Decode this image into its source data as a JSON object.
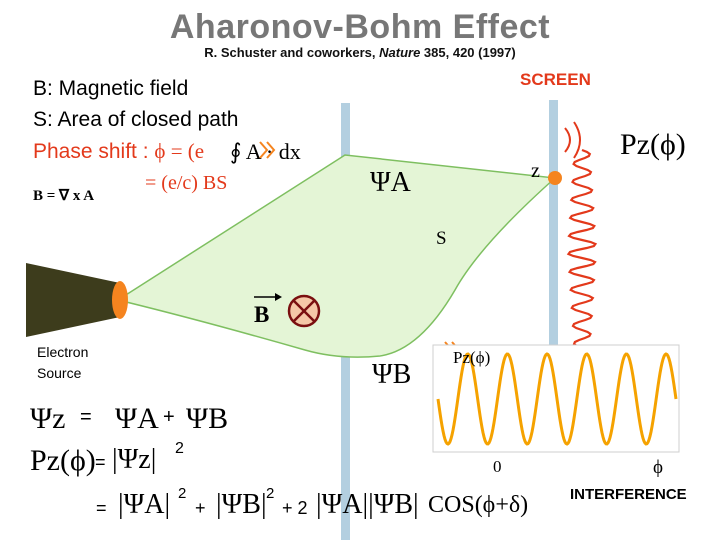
{
  "title": "Aharonov-Bohm Effect",
  "citation": {
    "authors": "R. Schuster and coworkers,",
    "journal": "Nature",
    "details": " 385,  420 (1997)"
  },
  "screen_label": "SCREEN",
  "definitions": {
    "b_label": "B: Magnetic field",
    "s_label": "S: Area of closed path",
    "phase_prefix": "Phase shift : ",
    "phase_formula": "ϕ = (e",
    "integral_formula": "∮ A · dx",
    "phase_result": "= (e/c) BS",
    "curl": "B = ∇ x A"
  },
  "labels": {
    "psi_a": "ΨA",
    "psi_b": "ΨB",
    "z": "z",
    "s": "S",
    "b_vector": "B",
    "electron_source": "Electron\nSource",
    "pz_main": "Pz(ϕ)",
    "pz_inset": "Pz(ϕ)",
    "inset_zero": "0",
    "inset_phi": "ϕ",
    "interference": "INTERFERENCE"
  },
  "equations": {
    "eq1_lhs": "Ψz",
    "eq1_eq": "=",
    "eq1_a": "ΨA",
    "eq1_plus": "+",
    "eq1_b": "ΨB",
    "eq2_lhs": "Pz(ϕ)",
    "eq2_eq": "=",
    "eq2_rhs": "|Ψz|",
    "eq2_exp": "2",
    "eq3_eq": "=",
    "eq3_a": "|ΨA|",
    "eq3_exp1": "2",
    "eq3_plus": "+",
    "eq3_b": "|ΨB|",
    "eq3_exp2": "2",
    "eq3_cross": "+ 2",
    "eq3_ab": "|ΨA||ΨB|",
    "eq3_cos": "COS(ϕ+δ)"
  },
  "colors": {
    "accent_red": "#e3391b",
    "title_gray": "#777777",
    "path_fill": "#e4f5d6",
    "path_stroke": "#7ebf60",
    "wall": "#b3cfe0",
    "orange": "#f5841f",
    "source_dark": "#3d3c1c",
    "inset_wave": "#f5a200",
    "solenoid_fill": "#f5c7a7",
    "solenoid_x": "#7a0f10"
  },
  "icons": [
    "solenoid-icon",
    "electron-source-icon",
    "vector-arrow-icon"
  ]
}
